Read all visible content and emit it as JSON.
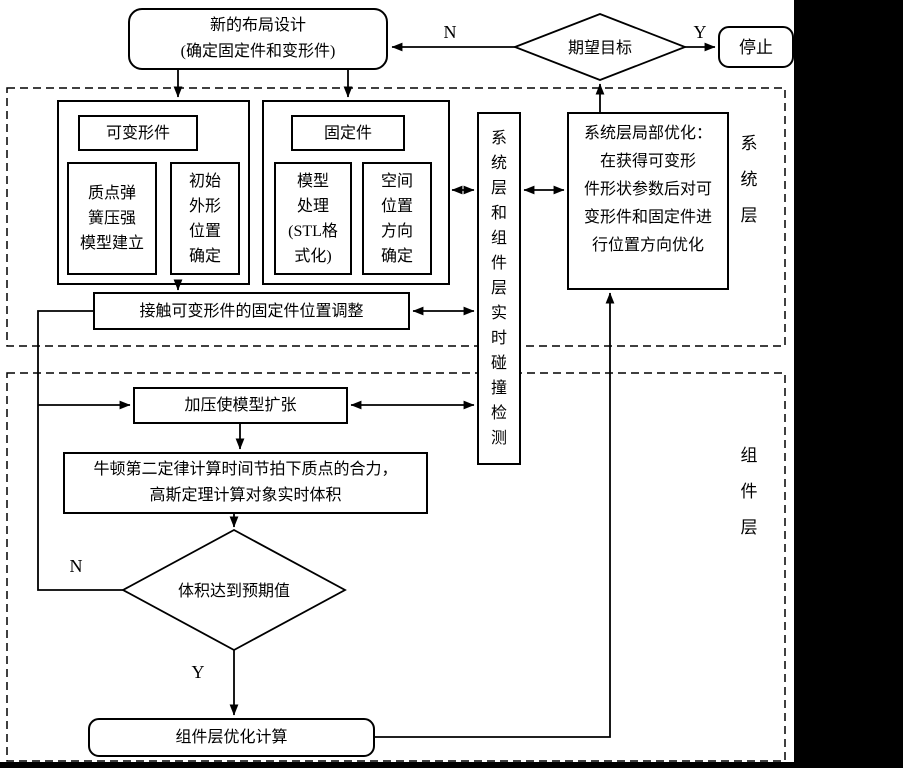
{
  "flowchart": {
    "nodes": {
      "new_layout": "新的布局设计\n(确定固定件和变形件)",
      "goal": "期望目标",
      "stop": "停止",
      "deformable_header": "可变形件",
      "mass_spring": "质点弹\n簧压强\n模型建立",
      "initial_shape": "初始\n外形\n位置\n确定",
      "fixed_header": "固定件",
      "model_processing": "模型\n处理\n(STL格\n式化)",
      "spatial_position": "空间\n位置\n方向\n确定",
      "contact_adjust": "接触可变形件的固定件位置调整",
      "collision_detection": "系\n统\n层\n和\n组\n件\n层\n实\n时\n碰\n撞\n检\n测",
      "system_optimization": "系统层局部优化：\n在获得可变形\n件形状参数后对可\n变形件和固定件进\n行位置方向优化",
      "pressurize": "加压使模型扩张",
      "newton": "牛顿第二定律计算时间节拍下质点的合力，\n高斯定理计算对象实时体积",
      "volume_check": "体积达到预期值",
      "component_opt": "组件层优化计算"
    },
    "layer_labels": {
      "system": "系\n统\n层",
      "component": "组\n件\n层"
    },
    "branch_labels": {
      "goal_no": "N",
      "goal_yes": "Y",
      "volume_no": "N",
      "volume_yes": "Y"
    }
  }
}
